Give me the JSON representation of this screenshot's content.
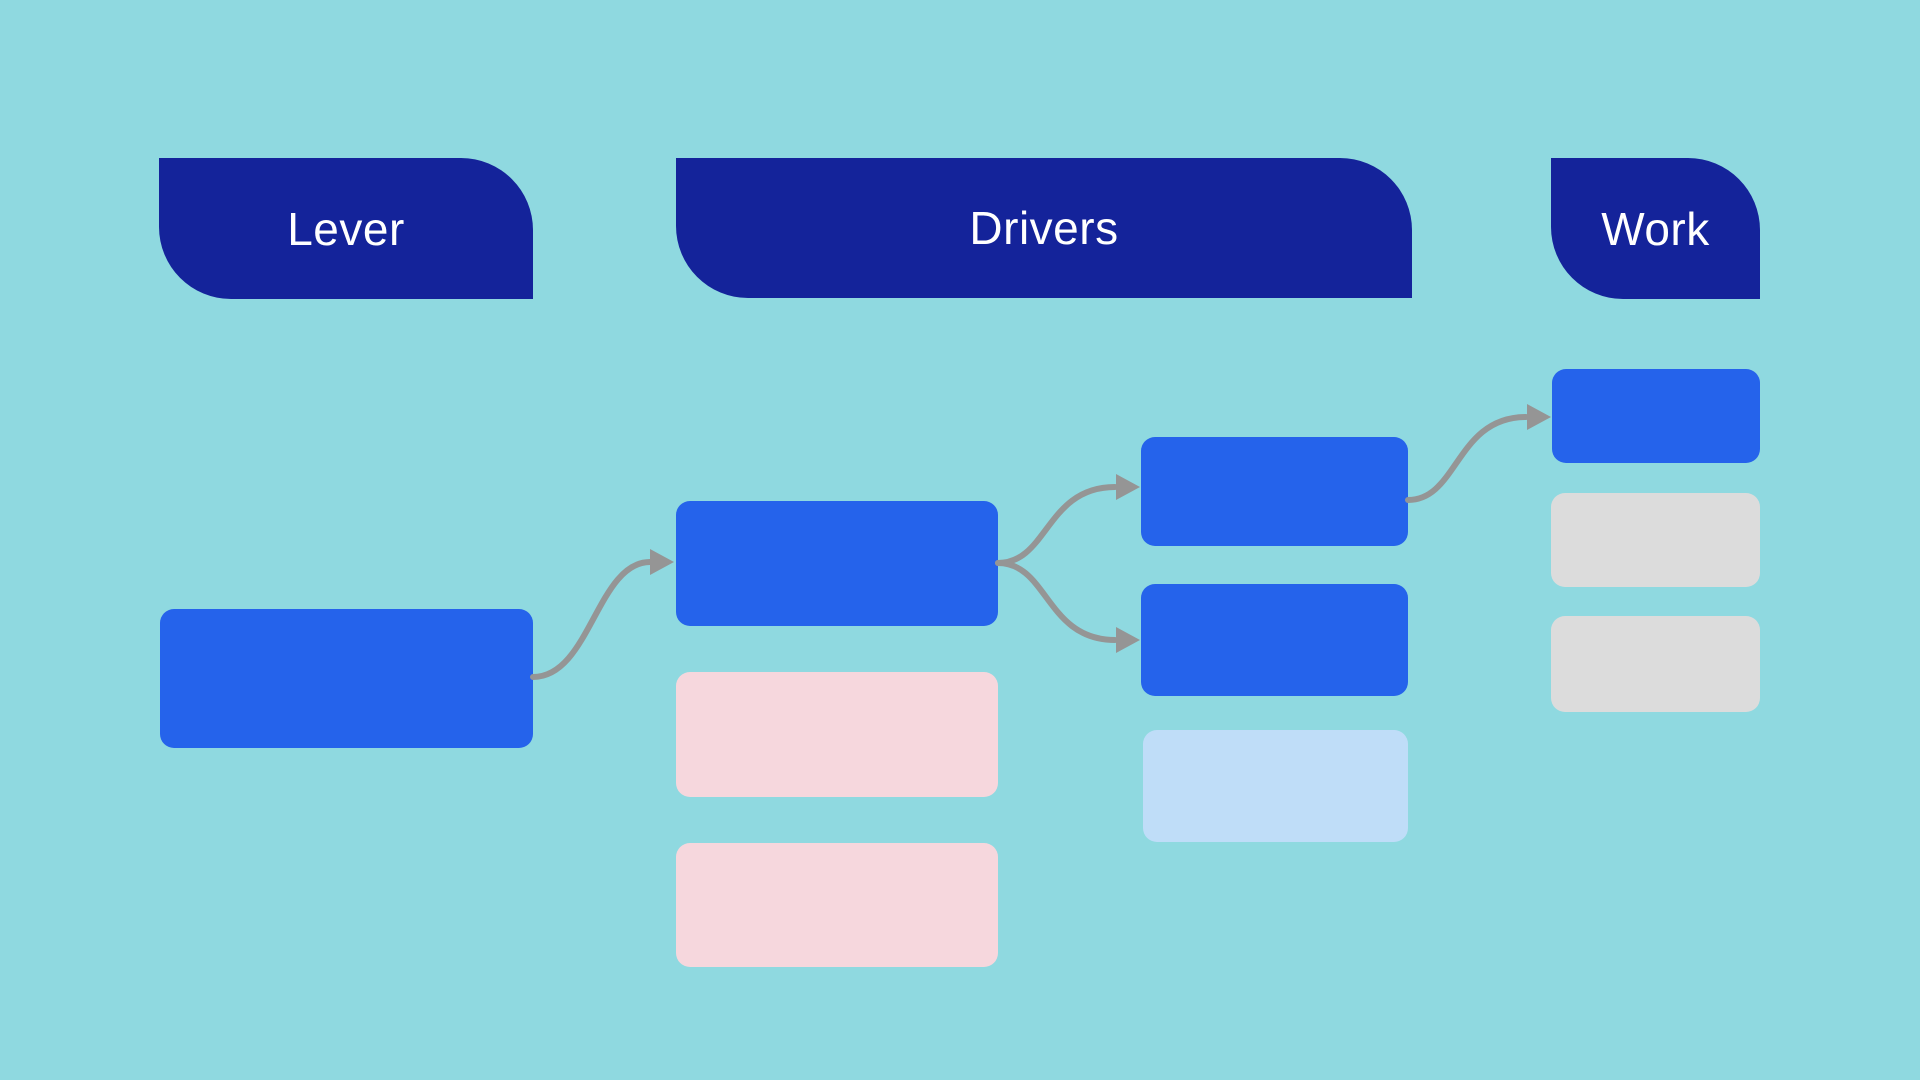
{
  "colors": {
    "background": "#8FD9E0",
    "header": "#14239A",
    "header_text": "#FFFFFF",
    "primary_blue": "#2563EB",
    "light_blue": "#BFDDF8",
    "pink": "#F6D7DD",
    "gray": "#DCDCDC",
    "arrow": "#959595"
  },
  "diagram": {
    "headers": [
      {
        "id": "lever",
        "label": "Lever"
      },
      {
        "id": "drivers",
        "label": "Drivers"
      },
      {
        "id": "work",
        "label": "Work"
      }
    ],
    "nodes": [
      {
        "id": "lever-node",
        "column": "lever",
        "color_role": "primary_blue"
      },
      {
        "id": "driver-main",
        "column": "drivers",
        "color_role": "primary_blue"
      },
      {
        "id": "driver-alt-1",
        "column": "drivers",
        "color_role": "pink"
      },
      {
        "id": "driver-alt-2",
        "column": "drivers",
        "color_role": "pink"
      },
      {
        "id": "driver-sub-1",
        "column": "drivers",
        "color_role": "primary_blue"
      },
      {
        "id": "driver-sub-2",
        "column": "drivers",
        "color_role": "primary_blue"
      },
      {
        "id": "driver-sub-3",
        "column": "drivers",
        "color_role": "light_blue"
      },
      {
        "id": "work-node-1",
        "column": "work",
        "color_role": "primary_blue"
      },
      {
        "id": "work-node-2",
        "column": "work",
        "color_role": "gray"
      },
      {
        "id": "work-node-3",
        "column": "work",
        "color_role": "gray"
      }
    ],
    "edges": [
      {
        "from": "lever-node",
        "to": "driver-main"
      },
      {
        "from": "driver-main",
        "to": "driver-sub-1"
      },
      {
        "from": "driver-main",
        "to": "driver-sub-2"
      },
      {
        "from": "driver-sub-1",
        "to": "work-node-1"
      }
    ]
  }
}
